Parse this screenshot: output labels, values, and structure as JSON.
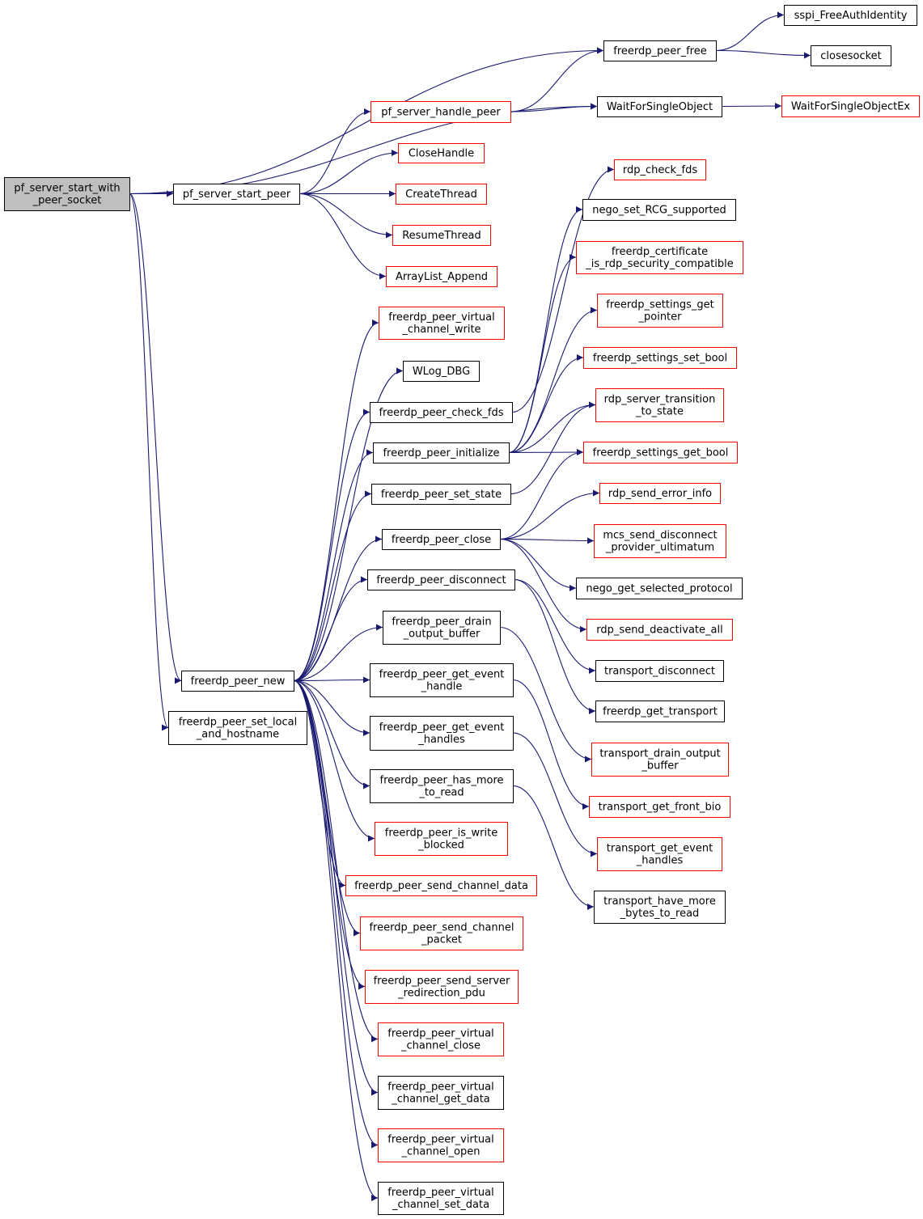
{
  "colors": {
    "edge": "#191970",
    "border_normal": "#000000",
    "border_external": "#ff0000",
    "root_fill": "#bfbfbf",
    "node_fill": "#ffffff"
  },
  "nodes": [
    {
      "id": "root",
      "lines": [
        "pf_server_start_with",
        "_peer_socket"
      ],
      "kind": "root"
    },
    {
      "id": "start_peer",
      "lines": [
        "pf_server_start_peer"
      ],
      "kind": "normal"
    },
    {
      "id": "set_local",
      "lines": [
        "freerdp_peer_set_local",
        "_and_hostname"
      ],
      "kind": "normal"
    },
    {
      "id": "peer_new",
      "lines": [
        "freerdp_peer_new"
      ],
      "kind": "normal"
    },
    {
      "id": "handle_peer",
      "lines": [
        "pf_server_handle_peer"
      ],
      "kind": "external"
    },
    {
      "id": "close_handle",
      "lines": [
        "CloseHandle"
      ],
      "kind": "external"
    },
    {
      "id": "create_thread",
      "lines": [
        "CreateThread"
      ],
      "kind": "external"
    },
    {
      "id": "resume_thread",
      "lines": [
        "ResumeThread"
      ],
      "kind": "external"
    },
    {
      "id": "arraylist_append",
      "lines": [
        "ArrayList_Append"
      ],
      "kind": "external"
    },
    {
      "id": "peer_free",
      "lines": [
        "freerdp_peer_free"
      ],
      "kind": "normal"
    },
    {
      "id": "wait_single",
      "lines": [
        "WaitForSingleObject"
      ],
      "kind": "normal"
    },
    {
      "id": "sspi_free",
      "lines": [
        "sspi_FreeAuthIdentity"
      ],
      "kind": "normal"
    },
    {
      "id": "closesocket",
      "lines": [
        "closesocket"
      ],
      "kind": "normal"
    },
    {
      "id": "wait_single_ex",
      "lines": [
        "WaitForSingleObjectEx"
      ],
      "kind": "external"
    },
    {
      "id": "vc_write",
      "lines": [
        "freerdp_peer_virtual",
        "_channel_write"
      ],
      "kind": "external"
    },
    {
      "id": "wlog_dbg",
      "lines": [
        "WLog_DBG"
      ],
      "kind": "normal"
    },
    {
      "id": "check_fds",
      "lines": [
        "freerdp_peer_check_fds"
      ],
      "kind": "normal"
    },
    {
      "id": "initialize",
      "lines": [
        "freerdp_peer_initialize"
      ],
      "kind": "normal"
    },
    {
      "id": "set_state",
      "lines": [
        "freerdp_peer_set_state"
      ],
      "kind": "normal"
    },
    {
      "id": "peer_close",
      "lines": [
        "freerdp_peer_close"
      ],
      "kind": "normal"
    },
    {
      "id": "disconnect",
      "lines": [
        "freerdp_peer_disconnect"
      ],
      "kind": "normal"
    },
    {
      "id": "drain",
      "lines": [
        "freerdp_peer_drain",
        "_output_buffer"
      ],
      "kind": "normal"
    },
    {
      "id": "get_event_handle",
      "lines": [
        "freerdp_peer_get_event",
        "_handle"
      ],
      "kind": "normal"
    },
    {
      "id": "get_event_handles",
      "lines": [
        "freerdp_peer_get_event",
        "_handles"
      ],
      "kind": "normal"
    },
    {
      "id": "has_more",
      "lines": [
        "freerdp_peer_has_more",
        "_to_read"
      ],
      "kind": "normal"
    },
    {
      "id": "is_write_blocked",
      "lines": [
        "freerdp_peer_is_write",
        "_blocked"
      ],
      "kind": "external"
    },
    {
      "id": "send_channel_data",
      "lines": [
        "freerdp_peer_send_channel_data"
      ],
      "kind": "external"
    },
    {
      "id": "send_channel_packet",
      "lines": [
        "freerdp_peer_send_channel",
        "_packet"
      ],
      "kind": "external"
    },
    {
      "id": "send_redirection",
      "lines": [
        "freerdp_peer_send_server",
        "_redirection_pdu"
      ],
      "kind": "external"
    },
    {
      "id": "vc_close",
      "lines": [
        "freerdp_peer_virtual",
        "_channel_close"
      ],
      "kind": "external"
    },
    {
      "id": "vc_get_data",
      "lines": [
        "freerdp_peer_virtual",
        "_channel_get_data"
      ],
      "kind": "normal"
    },
    {
      "id": "vc_open",
      "lines": [
        "freerdp_peer_virtual",
        "_channel_open"
      ],
      "kind": "external"
    },
    {
      "id": "vc_set_data",
      "lines": [
        "freerdp_peer_virtual",
        "_channel_set_data"
      ],
      "kind": "normal"
    },
    {
      "id": "rdp_check_fds",
      "lines": [
        "rdp_check_fds"
      ],
      "kind": "external"
    },
    {
      "id": "nego_rcg",
      "lines": [
        "nego_set_RCG_supported"
      ],
      "kind": "normal"
    },
    {
      "id": "cert_compat",
      "lines": [
        "freerdp_certificate",
        "_is_rdp_security_compatible"
      ],
      "kind": "external"
    },
    {
      "id": "settings_get_pointer",
      "lines": [
        "freerdp_settings_get",
        "_pointer"
      ],
      "kind": "external"
    },
    {
      "id": "settings_set_bool",
      "lines": [
        "freerdp_settings_set_bool"
      ],
      "kind": "external"
    },
    {
      "id": "transition_state",
      "lines": [
        "rdp_server_transition",
        "_to_state"
      ],
      "kind": "external"
    },
    {
      "id": "settings_get_bool",
      "lines": [
        "freerdp_settings_get_bool"
      ],
      "kind": "external"
    },
    {
      "id": "send_error_info",
      "lines": [
        "rdp_send_error_info"
      ],
      "kind": "external"
    },
    {
      "id": "mcs_disconnect",
      "lines": [
        "mcs_send_disconnect",
        "_provider_ultimatum"
      ],
      "kind": "external"
    },
    {
      "id": "nego_selected",
      "lines": [
        "nego_get_selected_protocol"
      ],
      "kind": "normal"
    },
    {
      "id": "deactivate_all",
      "lines": [
        "rdp_send_deactivate_all"
      ],
      "kind": "external"
    },
    {
      "id": "transport_disconnect",
      "lines": [
        "transport_disconnect"
      ],
      "kind": "normal"
    },
    {
      "id": "get_transport",
      "lines": [
        "freerdp_get_transport"
      ],
      "kind": "normal"
    },
    {
      "id": "transport_drain",
      "lines": [
        "transport_drain_output",
        "_buffer"
      ],
      "kind": "external"
    },
    {
      "id": "front_bio",
      "lines": [
        "transport_get_front_bio"
      ],
      "kind": "external"
    },
    {
      "id": "transport_event_handles",
      "lines": [
        "transport_get_event",
        "_handles"
      ],
      "kind": "external"
    },
    {
      "id": "have_more_bytes",
      "lines": [
        "transport_have_more",
        "_bytes_to_read"
      ],
      "kind": "normal"
    }
  ],
  "edges": [
    [
      "root",
      "start_peer"
    ],
    [
      "root",
      "peer_free"
    ],
    [
      "root",
      "wait_single"
    ],
    [
      "root",
      "peer_new"
    ],
    [
      "root",
      "set_local"
    ],
    [
      "start_peer",
      "handle_peer"
    ],
    [
      "start_peer",
      "close_handle"
    ],
    [
      "start_peer",
      "create_thread"
    ],
    [
      "start_peer",
      "resume_thread"
    ],
    [
      "start_peer",
      "arraylist_append"
    ],
    [
      "handle_peer",
      "peer_free"
    ],
    [
      "handle_peer",
      "wait_single"
    ],
    [
      "peer_free",
      "sspi_free"
    ],
    [
      "peer_free",
      "closesocket"
    ],
    [
      "wait_single",
      "wait_single_ex"
    ],
    [
      "peer_new",
      "vc_write"
    ],
    [
      "peer_new",
      "wlog_dbg"
    ],
    [
      "peer_new",
      "check_fds"
    ],
    [
      "peer_new",
      "initialize"
    ],
    [
      "peer_new",
      "set_state"
    ],
    [
      "peer_new",
      "peer_close"
    ],
    [
      "peer_new",
      "disconnect"
    ],
    [
      "peer_new",
      "drain"
    ],
    [
      "peer_new",
      "get_event_handle"
    ],
    [
      "peer_new",
      "get_event_handles"
    ],
    [
      "peer_new",
      "has_more"
    ],
    [
      "peer_new",
      "is_write_blocked"
    ],
    [
      "peer_new",
      "send_channel_data"
    ],
    [
      "peer_new",
      "send_channel_packet"
    ],
    [
      "peer_new",
      "send_redirection"
    ],
    [
      "peer_new",
      "vc_close"
    ],
    [
      "peer_new",
      "vc_get_data"
    ],
    [
      "peer_new",
      "vc_open"
    ],
    [
      "peer_new",
      "vc_set_data"
    ],
    [
      "check_fds",
      "rdp_check_fds"
    ],
    [
      "initialize",
      "nego_rcg"
    ],
    [
      "initialize",
      "cert_compat"
    ],
    [
      "initialize",
      "settings_get_pointer"
    ],
    [
      "initialize",
      "settings_set_bool"
    ],
    [
      "initialize",
      "transition_state"
    ],
    [
      "initialize",
      "settings_get_bool"
    ],
    [
      "set_state",
      "transition_state"
    ],
    [
      "peer_close",
      "settings_get_bool"
    ],
    [
      "peer_close",
      "send_error_info"
    ],
    [
      "peer_close",
      "mcs_disconnect"
    ],
    [
      "peer_close",
      "nego_selected"
    ],
    [
      "peer_close",
      "deactivate_all"
    ],
    [
      "disconnect",
      "transport_disconnect"
    ],
    [
      "disconnect",
      "get_transport"
    ],
    [
      "drain",
      "transport_drain"
    ],
    [
      "get_event_handle",
      "front_bio"
    ],
    [
      "get_event_handles",
      "transport_event_handles"
    ],
    [
      "has_more",
      "have_more_bytes"
    ]
  ]
}
